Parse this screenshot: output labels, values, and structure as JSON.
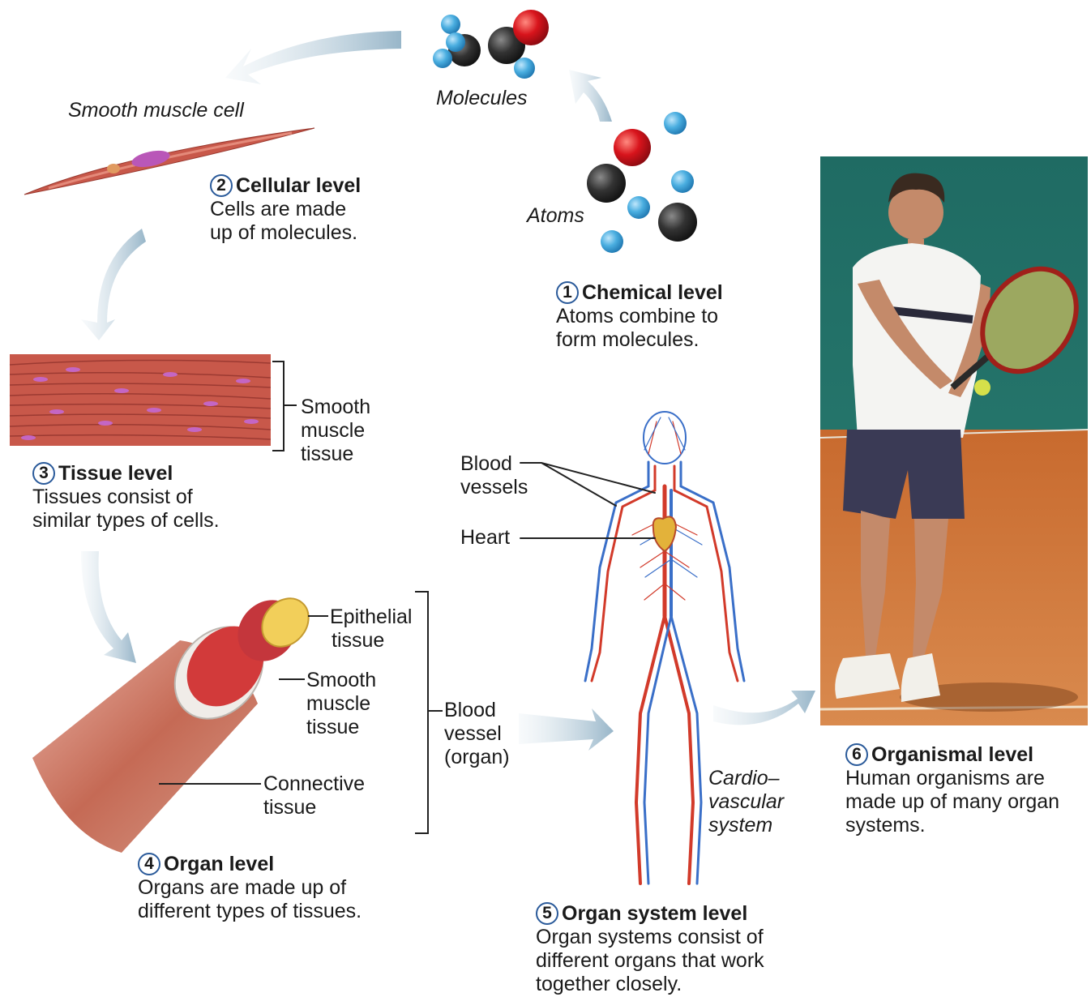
{
  "labels": {
    "molecules": "Molecules",
    "atoms": "Atoms",
    "smooth_muscle_cell": "Smooth muscle cell",
    "smooth_muscle_tissue": [
      "Smooth",
      "muscle",
      "tissue"
    ],
    "epithelial_tissue": [
      "Epithelial",
      "tissue"
    ],
    "organ_smooth_muscle_tissue": [
      "Smooth",
      "muscle",
      "tissue"
    ],
    "connective_tissue": [
      "Connective",
      "tissue"
    ],
    "blood_vessel_organ": [
      "Blood",
      "vessel",
      "(organ)"
    ],
    "blood_vessels": [
      "Blood",
      "vessels"
    ],
    "heart": "Heart",
    "cardiovascular_system": [
      "Cardio–",
      "vascular",
      "system"
    ]
  },
  "levels": [
    {
      "number": "1",
      "title": "Chemical level",
      "description": [
        "Atoms combine to",
        "form molecules."
      ]
    },
    {
      "number": "2",
      "title": "Cellular level",
      "description": [
        "Cells are made",
        "up of molecules."
      ]
    },
    {
      "number": "3",
      "title": "Tissue level",
      "description": [
        "Tissues consist of",
        "similar types of cells."
      ]
    },
    {
      "number": "4",
      "title": "Organ level",
      "description": [
        "Organs are made up of",
        "different types of tissues."
      ]
    },
    {
      "number": "5",
      "title": "Organ system level",
      "description": [
        "Organ systems consist of",
        "different organs that work",
        "together closely."
      ]
    },
    {
      "number": "6",
      "title": "Organismal level",
      "description": [
        "Human organisms are",
        "made up of many organ",
        "systems."
      ]
    }
  ],
  "colors": {
    "accent_circle": "#2a5a9a",
    "arrow": "#a9c3d3",
    "atom_hydrogen": "#4aaee0",
    "atom_carbon": "#2b2b2b",
    "atom_oxygen": "#d8141c",
    "muscle": "#c85a4e",
    "nucleus": "#c060b8",
    "artery": "#d23a2a",
    "vein": "#3a6fc8"
  }
}
